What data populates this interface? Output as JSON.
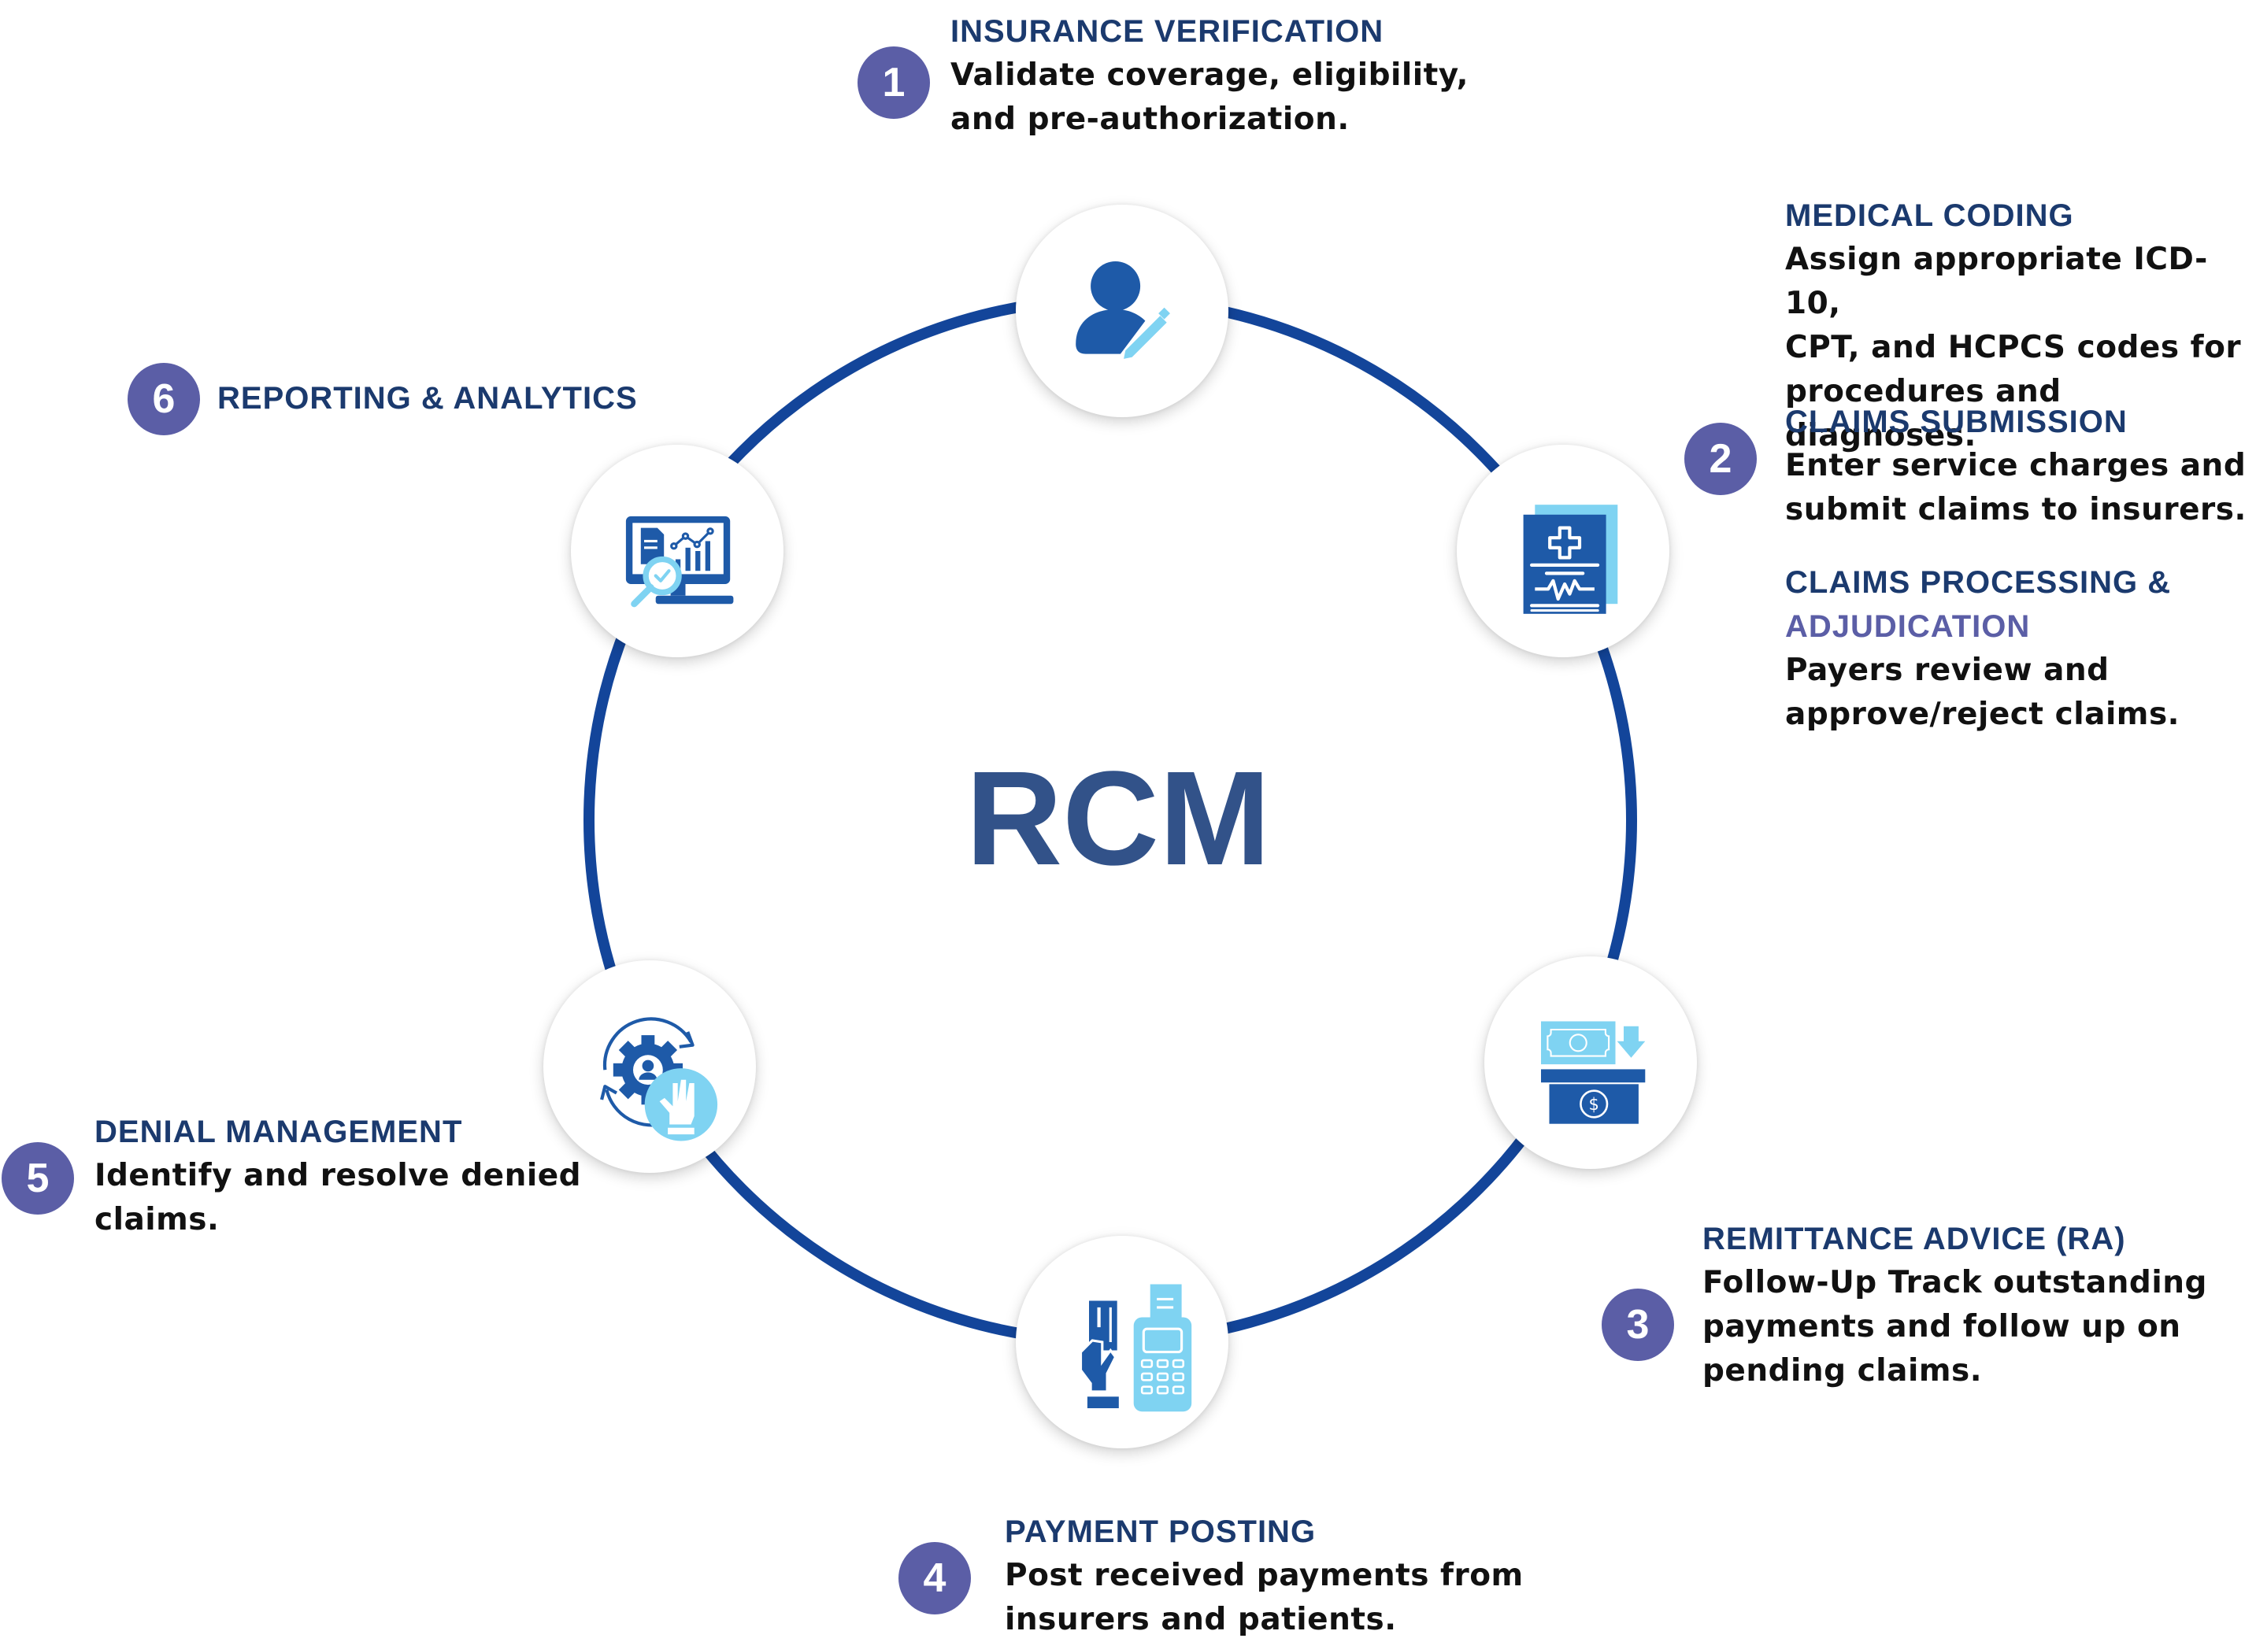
{
  "colors": {
    "ring": "#13459A",
    "heading": "#1B3A6E",
    "heading_accent": "#5B5EA6",
    "badge": "#5B5EA6",
    "center_title": "#325289",
    "icon_dark": "#1E5AA8",
    "icon_light": "#7FD3F2",
    "text": "#111111"
  },
  "center": {
    "title": "RCM"
  },
  "nodes": [
    {
      "id": 1,
      "icon": "user-edit-icon"
    },
    {
      "id": 2,
      "icon": "medical-document-icon"
    },
    {
      "id": 3,
      "icon": "cash-deposit-icon"
    },
    {
      "id": 4,
      "icon": "card-payment-terminal-icon"
    },
    {
      "id": 5,
      "icon": "gear-hand-stop-icon"
    },
    {
      "id": 6,
      "icon": "monitor-analytics-icon"
    }
  ],
  "steps": {
    "insurance_verification": {
      "number": "1",
      "title": "INSURANCE VERIFICATION",
      "lines": [
        "Validate coverage, eligibility,",
        "and pre-authorization."
      ]
    },
    "medical_coding": {
      "title": "MEDICAL CODING",
      "lines": [
        "Assign appropriate ICD-10,",
        "CPT, and HCPCS codes for",
        "procedures and diagnoses."
      ]
    },
    "claims_submission": {
      "number": "2",
      "title": "CLAIMS SUBMISSION",
      "lines": [
        "Enter service charges and",
        "submit claims to insurers."
      ]
    },
    "claims_processing": {
      "title_line1": "CLAIMS PROCESSING &",
      "title_line2": "ADJUDICATION",
      "lines": [
        "Payers review and",
        "approve/reject claims."
      ]
    },
    "remittance_advice": {
      "number": "3",
      "title": "REMITTANCE ADVICE (RA)",
      "lines": [
        "Follow-Up Track outstanding",
        "payments and follow up on",
        "pending claims."
      ]
    },
    "payment_posting": {
      "number": "4",
      "title": "PAYMENT POSTING",
      "lines": [
        "Post received payments from",
        "insurers and patients."
      ]
    },
    "denial_management": {
      "number": "5",
      "title": "DENIAL MANAGEMENT",
      "lines": [
        "Identify and resolve denied",
        "claims."
      ]
    },
    "reporting_analytics": {
      "number": "6",
      "title": "REPORTING & ANALYTICS"
    }
  }
}
